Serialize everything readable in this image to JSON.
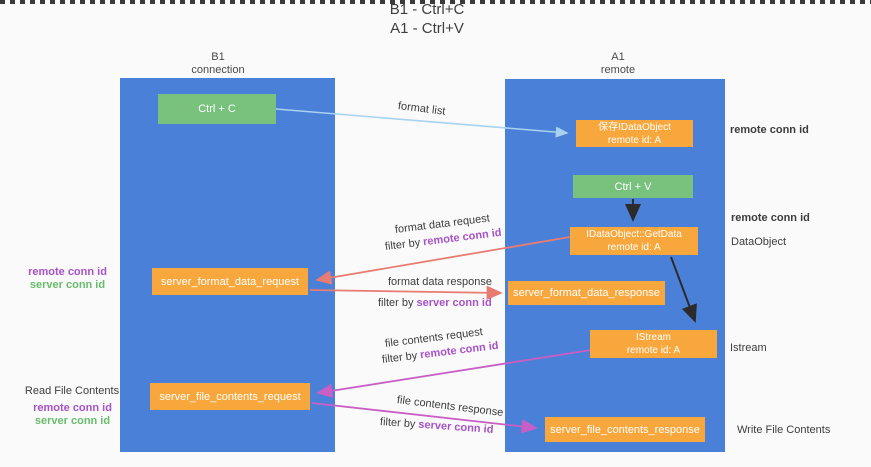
{
  "title": {
    "line1": "B1 - Ctrl+C",
    "line2": "A1 - Ctrl+V"
  },
  "lanes": {
    "left": {
      "name": "B1",
      "subtitle": "connection"
    },
    "right": {
      "name": "A1",
      "subtitle": "remote"
    }
  },
  "boxes": {
    "ctrl_c": {
      "label": "Ctrl + C"
    },
    "save_dataobject": {
      "line1": "保存IDataObject",
      "line2": "remote id: A"
    },
    "ctrl_v": {
      "label": "Ctrl + V"
    },
    "getdata": {
      "line1": "IDataObject::GetData",
      "line2": "remote id: A"
    },
    "format_request": {
      "label": "server_format_data_request"
    },
    "format_response": {
      "label": "server_format_data_response"
    },
    "istream": {
      "line1": "IStream",
      "line2": "remote id: A"
    },
    "file_request": {
      "label": "server_file_contents_request"
    },
    "file_response": {
      "label": "server_file_contents_response"
    }
  },
  "flow_labels": {
    "format_list": "format list",
    "format_data_request": "format data request",
    "format_data_response": "format data response",
    "file_contents_request": "file contents request",
    "file_contents_response": "file contents response",
    "filter_by": "filter by",
    "remote_conn_id": "remote conn id",
    "server_conn_id": "server conn id"
  },
  "side_labels": {
    "left": {
      "remote_conn_id": "remote conn id",
      "server_conn_id": "server conn id",
      "read_file_contents": "Read File Contents"
    },
    "right": {
      "remote_conn_id": "remote conn id",
      "dataobject": "DataObject",
      "istream": "Istream",
      "write_file_contents": "Write File Contents"
    }
  },
  "colors": {
    "lane_blue": "#4a80d8",
    "box_green": "#79c27d",
    "box_orange": "#f8a73c",
    "arrow_light_blue": "#a8d2f0",
    "arrow_salmon": "#e97c72",
    "arrow_magenta": "#c95fc5",
    "arrow_black": "#2b2b2b",
    "label_purple": "#a752c8",
    "label_green": "#67bd6b"
  }
}
